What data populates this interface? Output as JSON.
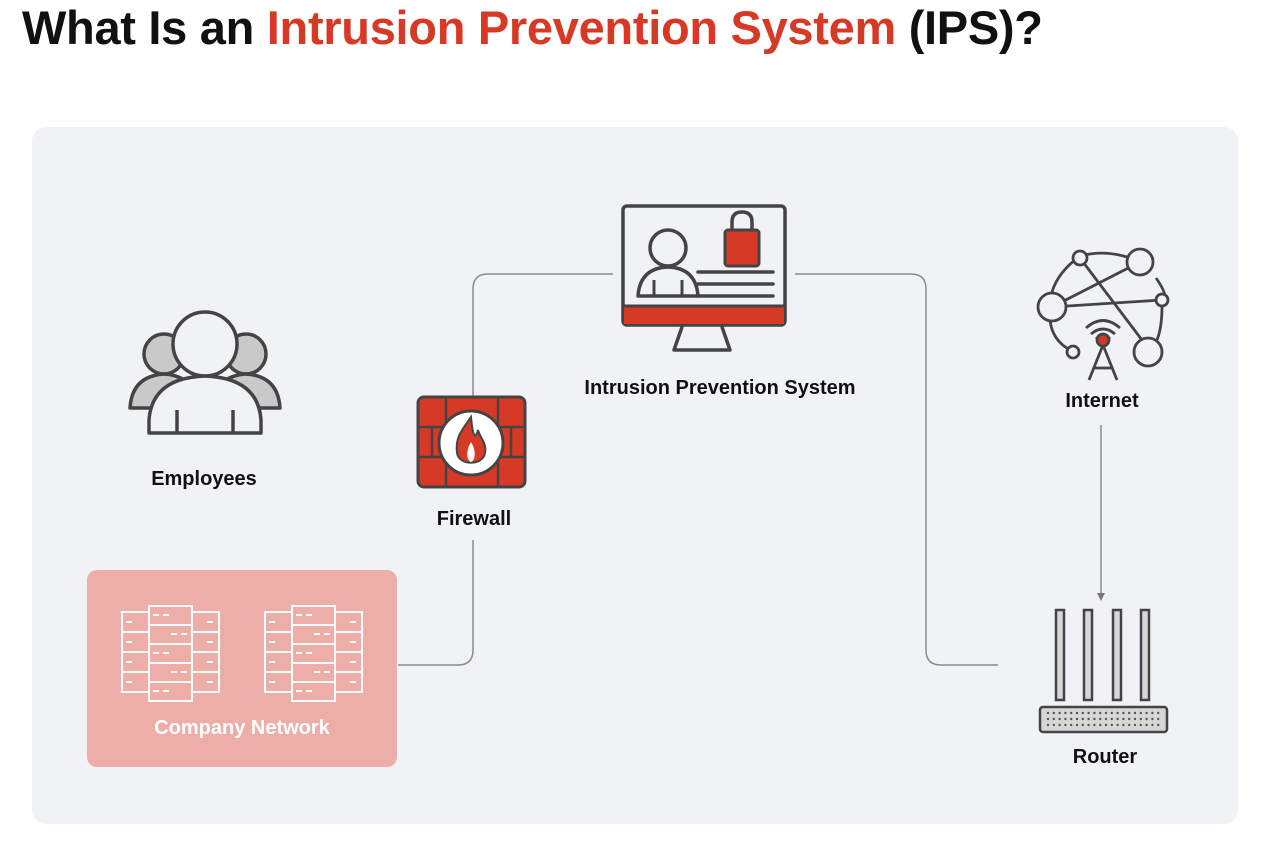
{
  "title": {
    "prefix": "What Is an ",
    "highlight": "Intrusion Prevention System",
    "suffix": " (IPS)?"
  },
  "colors": {
    "accent": "#d63a26",
    "panel_bg": "#f1f2f6",
    "network_box": "#ecaea6",
    "icon_stroke": "#444444"
  },
  "nodes": {
    "employees": {
      "label": "Employees",
      "icon": "people-group-icon"
    },
    "firewall": {
      "label": "Firewall",
      "icon": "firewall-flame-icon"
    },
    "ips": {
      "label": "Intrusion Prevention System",
      "icon": "monitor-user-lock-icon"
    },
    "internet": {
      "label": "Internet",
      "icon": "globe-network-antenna-icon"
    },
    "router": {
      "label": "Router",
      "icon": "router-icon"
    },
    "company_network": {
      "label": "Company Network",
      "icon": "server-racks-icon"
    }
  }
}
